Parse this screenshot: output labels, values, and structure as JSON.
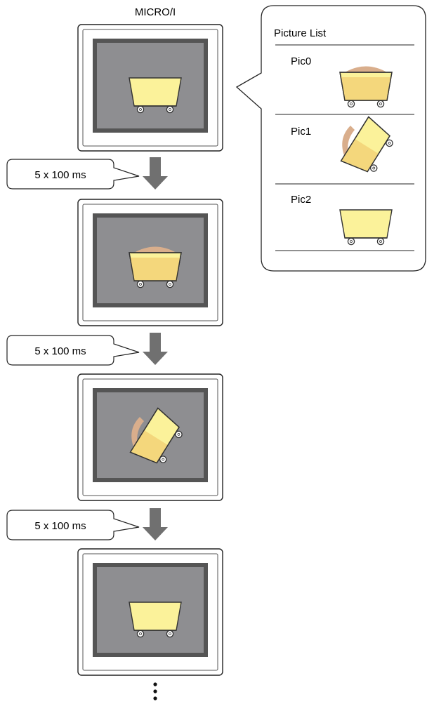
{
  "device_title": "MICRO/I",
  "picture_list": {
    "title": "Picture List",
    "items": [
      {
        "label": "Pic0",
        "image": "cart-full-icon"
      },
      {
        "label": "Pic1",
        "image": "cart-tilted-icon"
      },
      {
        "label": "Pic2",
        "image": "cart-empty-icon"
      }
    ]
  },
  "steps": [
    {
      "interval_label": "5 x 100 ms",
      "shows": "Pic0"
    },
    {
      "interval_label": "5 x 100 ms",
      "shows": "Pic1"
    },
    {
      "interval_label": "5 x 100 ms",
      "shows": "Pic2"
    }
  ],
  "colors": {
    "screen": "#8e8e91",
    "bezel": "#555555",
    "cart_fill": "#fbf29a",
    "cart_load": "#d9ae8c",
    "arrow": "#707070"
  }
}
